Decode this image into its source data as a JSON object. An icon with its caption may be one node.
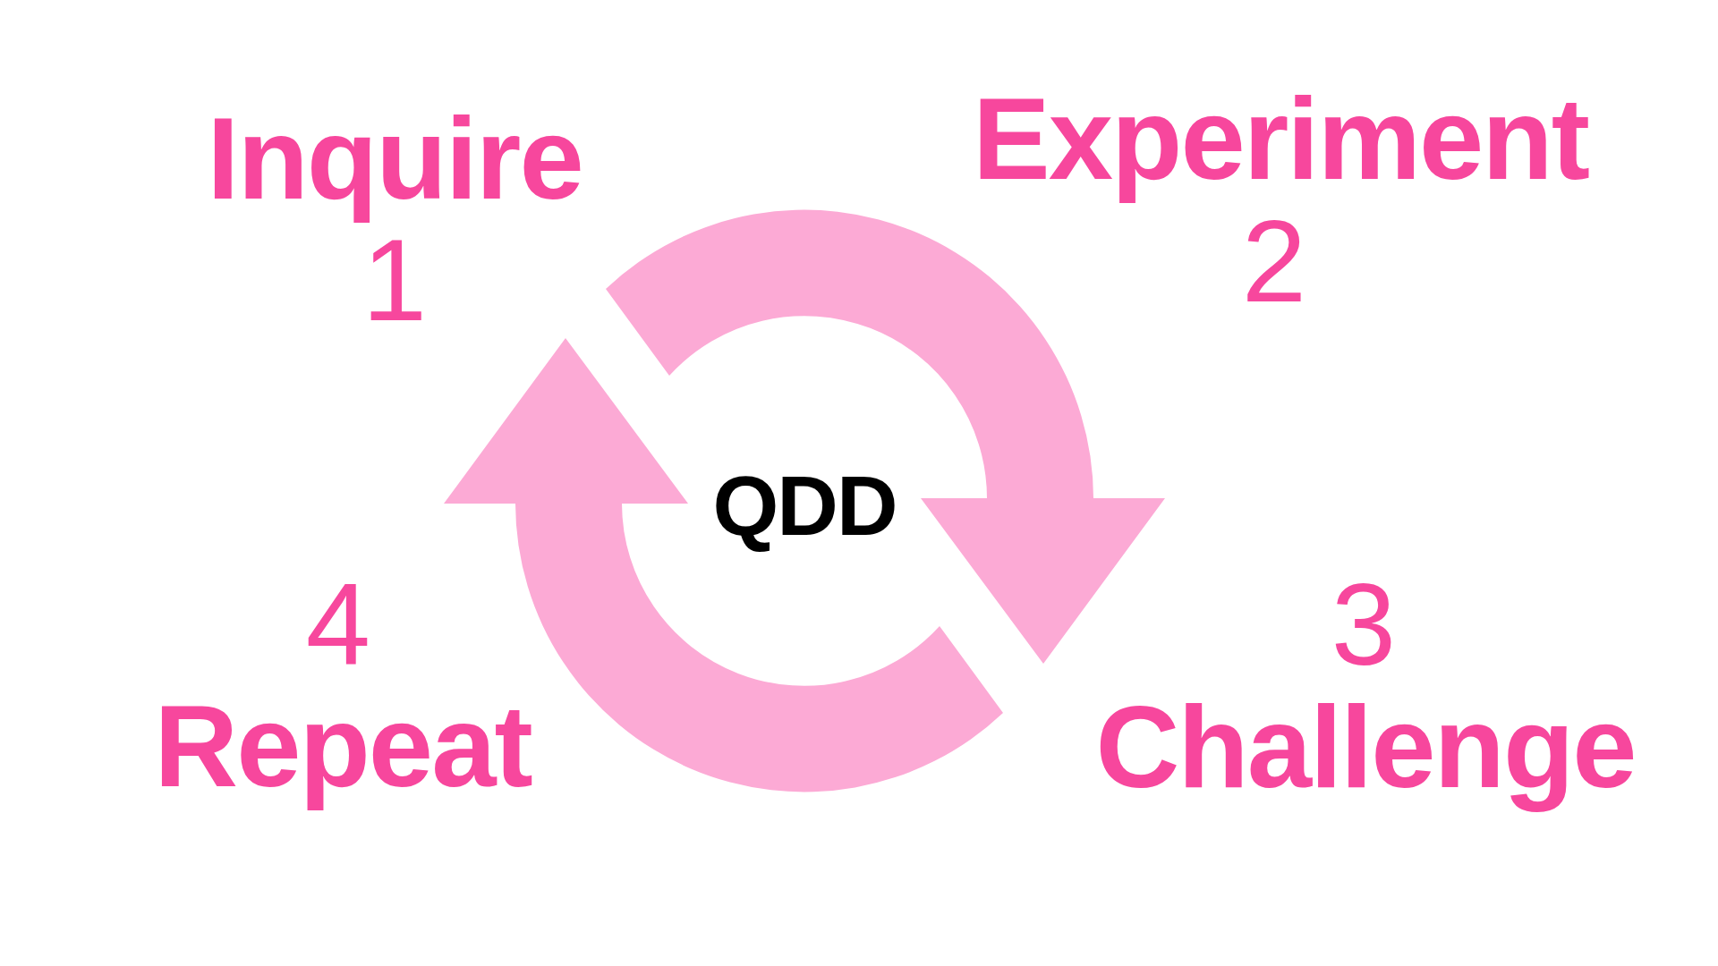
{
  "diagram": {
    "labels": [
      "Inquire",
      "1",
      "Experiment",
      "2",
      "QDD",
      "3",
      "Challenge",
      "4",
      "Repeat"
    ]
  }
}
